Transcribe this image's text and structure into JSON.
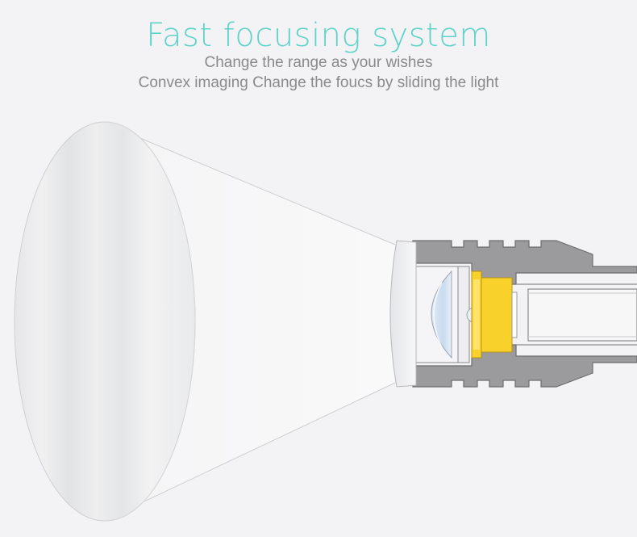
{
  "header": {
    "title": "Fast focusing system",
    "subtitle_line1": "Change the range as your wishes",
    "subtitle_line2": "Convex imaging  Change the foucs by sliding the light"
  },
  "colors": {
    "background": "#f3f2f4",
    "title": "#5fd3c9",
    "subtitle": "#8a8a8a",
    "body_metal": "#9a9a9a",
    "led_yellow": "#f8d12a"
  }
}
